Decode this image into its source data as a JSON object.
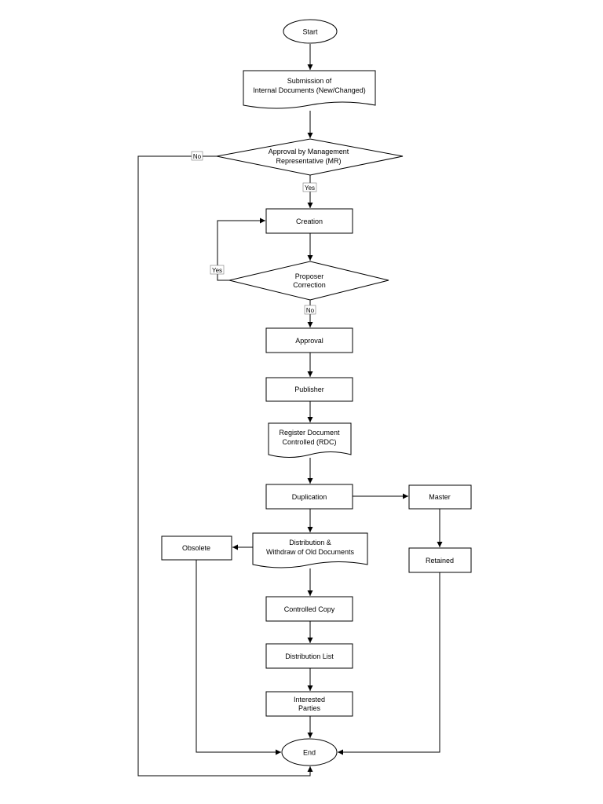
{
  "nodes": {
    "start": "Start",
    "submission": [
      "Submission of",
      "Internal Documents (New/Changed)"
    ],
    "approval_mr": [
      "Approval by Management",
      "Representative (MR)"
    ],
    "creation": "Creation",
    "proposer_correction": [
      "Proposer",
      "Correction"
    ],
    "approval": "Approval",
    "publisher": "Publisher",
    "register": [
      "Register Document",
      "Controlled (RDC)"
    ],
    "duplication": "Duplication",
    "master": "Master",
    "retained": "Retained",
    "distribution_withdraw": [
      "Distribution &",
      "Withdraw of Old Documents"
    ],
    "obsolete": "Obsolete",
    "controlled_copy": "Controlled Copy",
    "distribution_list": "Distribution List",
    "interested_parties": [
      "Interested",
      "Parties"
    ],
    "end": "End"
  },
  "edge_labels": {
    "mr_no": "No",
    "mr_yes": "Yes",
    "correction_yes": "Yes",
    "correction_no": "No"
  }
}
